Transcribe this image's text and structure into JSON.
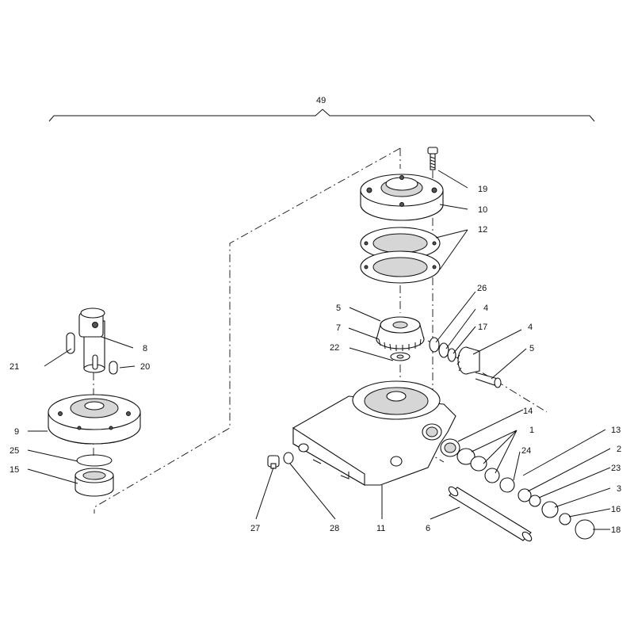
{
  "diagram": {
    "assembly_label": "49",
    "callouts": [
      {
        "id": "c19",
        "text": "19"
      },
      {
        "id": "c10",
        "text": "10"
      },
      {
        "id": "c12",
        "text": "12"
      },
      {
        "id": "c26",
        "text": "26"
      },
      {
        "id": "c5a",
        "text": "5"
      },
      {
        "id": "c4a",
        "text": "4"
      },
      {
        "id": "c7",
        "text": "7"
      },
      {
        "id": "c17",
        "text": "17"
      },
      {
        "id": "c4b",
        "text": "4"
      },
      {
        "id": "c22",
        "text": "22"
      },
      {
        "id": "c5b",
        "text": "5"
      },
      {
        "id": "c8",
        "text": "8"
      },
      {
        "id": "c21",
        "text": "21"
      },
      {
        "id": "c20",
        "text": "20"
      },
      {
        "id": "c9",
        "text": "9"
      },
      {
        "id": "c25",
        "text": "25"
      },
      {
        "id": "c15",
        "text": "15"
      },
      {
        "id": "c14",
        "text": "14"
      },
      {
        "id": "c1",
        "text": "1"
      },
      {
        "id": "c13",
        "text": "13"
      },
      {
        "id": "c24",
        "text": "24"
      },
      {
        "id": "c2",
        "text": "2"
      },
      {
        "id": "c23",
        "text": "23"
      },
      {
        "id": "c3",
        "text": "3"
      },
      {
        "id": "c16",
        "text": "16"
      },
      {
        "id": "c18",
        "text": "18"
      },
      {
        "id": "c27",
        "text": "27"
      },
      {
        "id": "c28",
        "text": "28"
      },
      {
        "id": "c11",
        "text": "11"
      },
      {
        "id": "c6",
        "text": "6"
      }
    ]
  }
}
